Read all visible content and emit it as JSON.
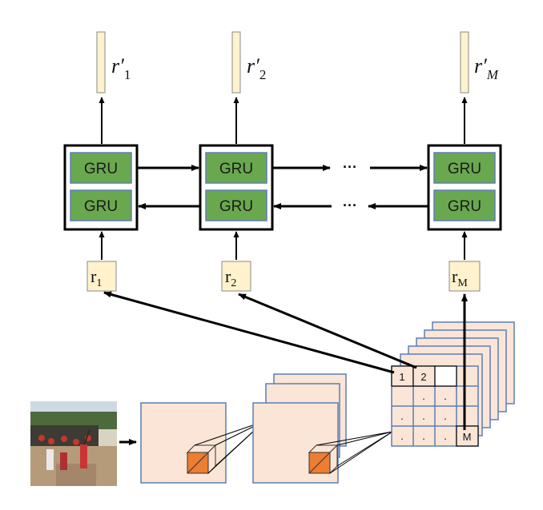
{
  "colors": {
    "gru_fill": "#6aa84f",
    "vector_fill": "#fff2cc",
    "feature_fill": "#fbe5d6",
    "feature_border": "#5b7fb5",
    "filter_fill": "#ed7d31",
    "stroke": "#000000"
  },
  "gru_cells": [
    {
      "forward_label": "GRU",
      "backward_label": "GRU"
    },
    {
      "forward_label": "GRU",
      "backward_label": "GRU"
    },
    {
      "forward_label": "GRU",
      "backward_label": "GRU"
    }
  ],
  "ellipsis": "···",
  "outputs": [
    {
      "base": "r′",
      "sub": "1"
    },
    {
      "base": "r′",
      "sub": "2"
    },
    {
      "base": "r′",
      "sub": "M"
    }
  ],
  "inputs": [
    {
      "base": "r",
      "sub": "1"
    },
    {
      "base": "r",
      "sub": "2"
    },
    {
      "base": "r",
      "sub": "M"
    }
  ],
  "grid_cells": {
    "first": "1",
    "second": "2",
    "dot": ".",
    "last": "M"
  },
  "photo_icon": "baseball-photo"
}
